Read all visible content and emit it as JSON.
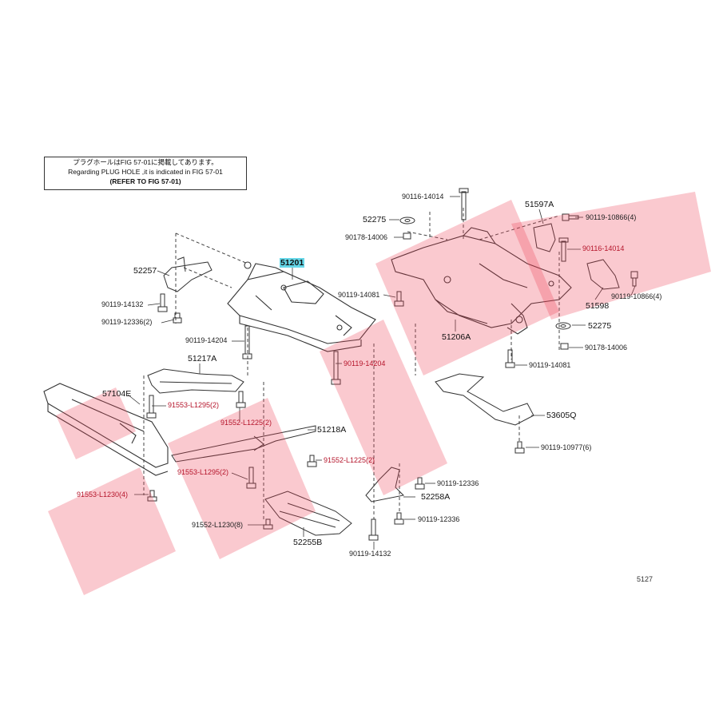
{
  "note": {
    "line1": "プラグホールはFIG 57-01に掲載してあります。",
    "line2": "Regarding PLUG HOLE ,it is indicated in FIG 57-01",
    "line3": "(REFER TO FIG 57-01)"
  },
  "watermark_color": "#ee3e52",
  "highlight_color": "#66d7e8",
  "page_code": "5127",
  "labels": {
    "l51201": "51201",
    "l52257": "52257",
    "l90119_14132_a": "90119-14132",
    "l90119_12336_2a": "90119-12336(2)",
    "l90119_14204_a": "90119-14204",
    "l90119_14204_b": "90119-14204",
    "l51217A": "51217A",
    "l57104E": "57104E",
    "l91553_L1295_2a": "91553-L1295(2)",
    "l91552_L1225_2a": "91552-L1225(2)",
    "l51218A": "51218A",
    "l91552_L1225_2b": "91552-L1225(2)",
    "l91553_L1295_2b": "91553-L1295(2)",
    "l91553_L1230_4": "91553-L1230(4)",
    "l91552_L1230_8": "91552-L1230(8)",
    "l52255B": "52255B",
    "l90119_14132_b": "90119-14132",
    "l90119_12336_b": "90119-12336",
    "l52258A": "52258A",
    "l90119_12336_c": "90119-12336",
    "l90116_14014_a": "90116-14014",
    "l52275_a": "52275",
    "l90178_14006_a": "90178-14006",
    "l90119_14081_a": "90119-14081",
    "l51206A": "51206A",
    "l51597A": "51597A",
    "l90119_10866_4a": "90119-10866(4)",
    "l90116_14014_b": "90116-14014",
    "l51598": "51598",
    "l90119_10866_4b": "90119-10866(4)",
    "l52275_b": "52275",
    "l90178_14006_b": "90178-14006",
    "l90119_14081_b": "90119-14081",
    "l53605Q": "53605Q",
    "l90119_10977_6": "90119-10977(6)"
  }
}
